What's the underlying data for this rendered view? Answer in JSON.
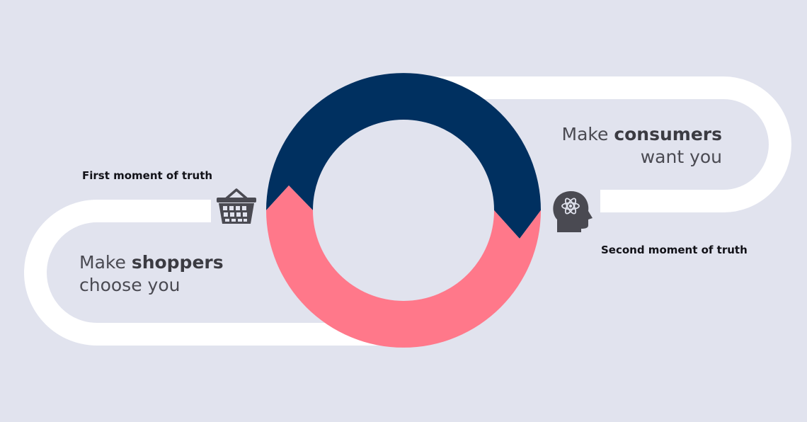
{
  "colors": {
    "background": "#e1e3ee",
    "path": "#ffffff",
    "ring_top": "#003060",
    "ring_bottom": "#ff788a",
    "icon": "#4a4a52"
  },
  "icons": {
    "left": "shopping-basket-icon",
    "right": "head-atom-icon"
  },
  "left_moment": {
    "caption": "First moment of truth",
    "text_before": "Make ",
    "text_bold": "shoppers",
    "text_line2": "choose you"
  },
  "right_moment": {
    "caption": "Second moment of truth",
    "text_before": "Make ",
    "text_bold": "consumers",
    "text_line2": "want you"
  }
}
